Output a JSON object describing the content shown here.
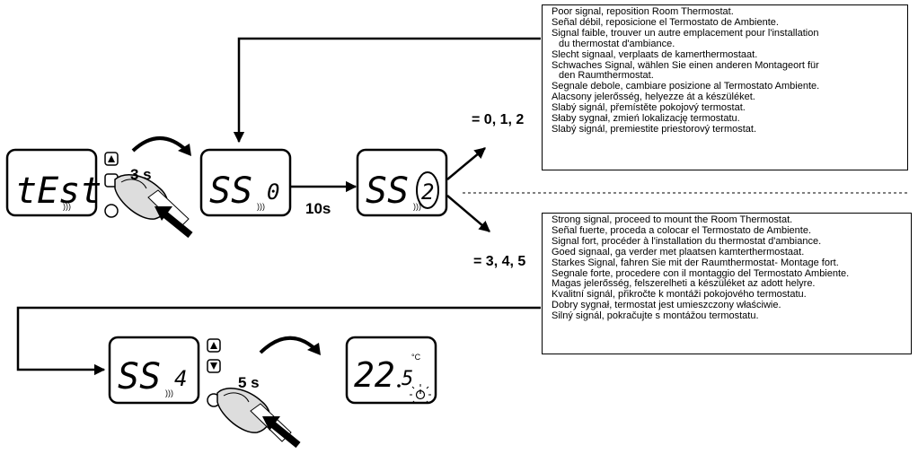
{
  "displays": {
    "test": "tEst",
    "ss0": "SS",
    "ss0_value": "0",
    "ss2": "SS",
    "ss2_value": "2",
    "ss4": "SS",
    "ss4_value": "4",
    "temp_main": "22",
    "temp_decimal": "5",
    "temp_unit": "°C"
  },
  "labels": {
    "hold_time_1": "3 s",
    "wait_time": "10s",
    "hold_time_2": "5 s",
    "poor_values": "= 0, 1, 2",
    "strong_values": "= 3, 4, 5"
  },
  "poor_signal": {
    "lines": [
      {
        "text": "Poor signal, reposition Room Thermostat.",
        "indent": false
      },
      {
        "text": "Señal débil, reposicione el Termostato de Ambiente.",
        "indent": false
      },
      {
        "text": "Signal faible, trouver un autre emplacement pour l'installation",
        "indent": false
      },
      {
        "text": "du thermostat d'ambiance.",
        "indent": true
      },
      {
        "text": "Slecht signaal, verplaats de kamerthermostaat.",
        "indent": false
      },
      {
        "text": "Schwaches Signal, wählen Sie einen anderen Montageort für",
        "indent": false
      },
      {
        "text": "den Raumthermostat.",
        "indent": true
      },
      {
        "text": "Segnale debole, cambiare posizione al Termostato Ambiente.",
        "indent": false
      },
      {
        "text": "Alacsony jelerősség, helyezze át a készüléket.",
        "indent": false
      },
      {
        "text": "Slabý signál, přemístěte pokojový termostat.",
        "indent": false
      },
      {
        "text": "Słaby sygnał, zmień lokalizację termostatu.",
        "indent": false
      },
      {
        "text": "Slabý signál, premiestite priestorový termostat.",
        "indent": false
      }
    ]
  },
  "strong_signal": {
    "lines": [
      {
        "text": "Strong signal, proceed to mount the Room Thermostat.",
        "indent": false
      },
      {
        "text": "Señal fuerte, proceda a colocar el Termostato de Ambiente.",
        "indent": false
      },
      {
        "text": "Signal fort, procéder à l'installation du thermostat d'ambiance.",
        "indent": false
      },
      {
        "text": "Goed signaal, ga verder met plaatsen kamterthermostaat.",
        "indent": false
      },
      {
        "text": "Starkes Signal, fahren Sie mit der Raumthermostat- Montage fort.",
        "indent": false
      },
      {
        "text": "Segnale forte, procedere con il montaggio del Termostato Ambiente.",
        "indent": false
      },
      {
        "text": "Magas jelerősség, felszerelheti a készüléket az adott helyre.",
        "indent": false
      },
      {
        "text": "Kvalitní signál, přikročte k montáži pokojového termostatu.",
        "indent": false
      },
      {
        "text": "Dobry sygnał, termostat jest umieszczony właściwie.",
        "indent": false
      },
      {
        "text": "Silný signál, pokračujte s montážou termostatu.",
        "indent": false
      }
    ]
  },
  "icons": [
    "signal-icon",
    "up-button-icon",
    "down-button-icon",
    "round-button-icon",
    "finger-icon",
    "curved-arrow-icon",
    "press-arrow-icon",
    "power-icon"
  ]
}
